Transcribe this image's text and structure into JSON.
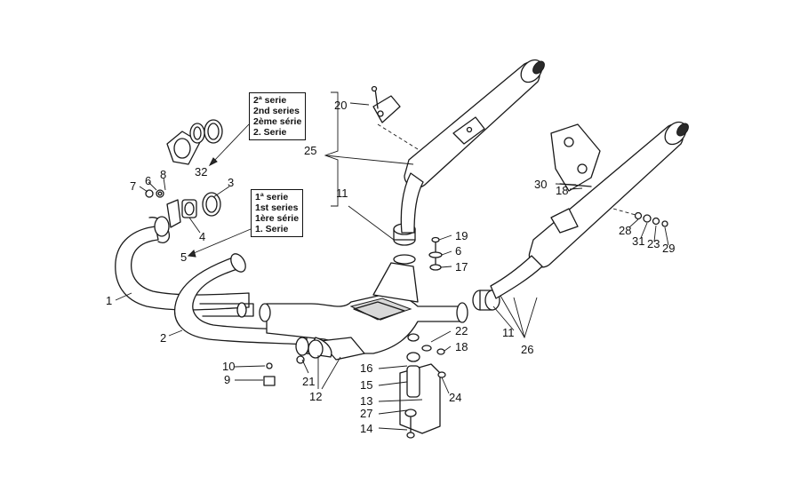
{
  "diagram": {
    "callouts": {
      "c1": "1",
      "c2": "2",
      "c3": "3",
      "c4": "4",
      "c5": "5",
      "c6a": "6",
      "c6b": "6",
      "c7": "7",
      "c8": "8",
      "c9": "9",
      "c10": "10",
      "c11a": "11",
      "c11b": "11",
      "c12": "12",
      "c13": "13",
      "c14": "14",
      "c15": "15",
      "c16": "16",
      "c17": "17",
      "c18a": "18",
      "c18b": "18",
      "c19": "19",
      "c20": "20",
      "c21": "21",
      "c22": "22",
      "c23": "23",
      "c24": "24",
      "c25": "25",
      "c26": "26",
      "c27": "27",
      "c28": "28",
      "c29": "29",
      "c30": "30",
      "c31": "31",
      "c32": "32"
    },
    "note_second_series": [
      "2ª serie",
      "2nd series",
      "2ème série",
      "2. Serie"
    ],
    "note_first_series": [
      "1ª serie",
      "1st series",
      "1ère série",
      "1. Serie"
    ]
  }
}
